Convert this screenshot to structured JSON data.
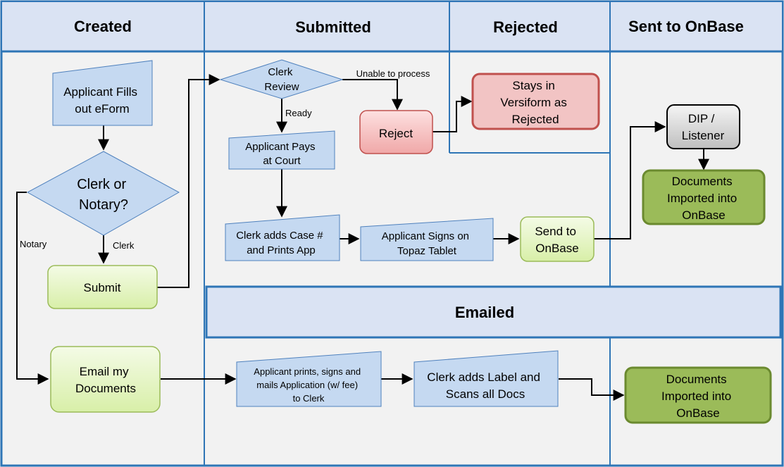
{
  "lanes": {
    "created": "Created",
    "submitted": "Submitted",
    "rejected": "Rejected",
    "sent_to_onbase": "Sent to OnBase",
    "emailed": "Emailed"
  },
  "nodes": {
    "applicant_fills": [
      "Applicant Fills",
      "out eForm"
    ],
    "clerk_or_notary": [
      "Clerk or",
      "Notary?"
    ],
    "submit": [
      "Submit"
    ],
    "email_docs": [
      "Email my",
      "Documents"
    ],
    "clerk_review": [
      "Clerk",
      "Review"
    ],
    "applicant_pays": [
      "Applicant Pays",
      "at Court"
    ],
    "clerk_adds_case": [
      "Clerk adds Case #",
      "and Prints App"
    ],
    "applicant_signs": [
      "Applicant Signs on",
      "Topaz Tablet"
    ],
    "send_to_onbase": [
      "Send to",
      "OnBase"
    ],
    "reject": [
      "Reject"
    ],
    "stays_in_versiform": [
      "Stays in",
      "Versiform as",
      "Rejected"
    ],
    "dip_listener": [
      "DIP /",
      "Listener"
    ],
    "docs_imported_1": [
      "Documents",
      "Imported into",
      "OnBase"
    ],
    "applicant_prints": [
      "Applicant prints, signs and",
      "mails Application (w/ fee)",
      "to Clerk"
    ],
    "clerk_adds_label": [
      "Clerk adds Label and",
      "Scans all Docs"
    ],
    "docs_imported_2": [
      "Documents",
      "Imported into",
      "OnBase"
    ]
  },
  "edge_labels": {
    "unable": "Unable to process",
    "ready": "Ready",
    "notary": "Notary",
    "clerk": "Clerk"
  },
  "colors": {
    "border_blue": "#2e75b6",
    "header_fill": "#dae3f3",
    "lane_bg": "#f2f2f2",
    "process_fill": "#c5d9f1",
    "process_stroke": "#4f81bd",
    "green_light_fill": "#e9f7cf",
    "green_light_stroke": "#9bbb59",
    "green_dark_fill": "#9bbb59",
    "green_dark_stroke": "#6b8a2f",
    "red_fill": "#f2c4c4",
    "red_stroke": "#c0504d",
    "gray_fill": "#d9d9d9"
  }
}
